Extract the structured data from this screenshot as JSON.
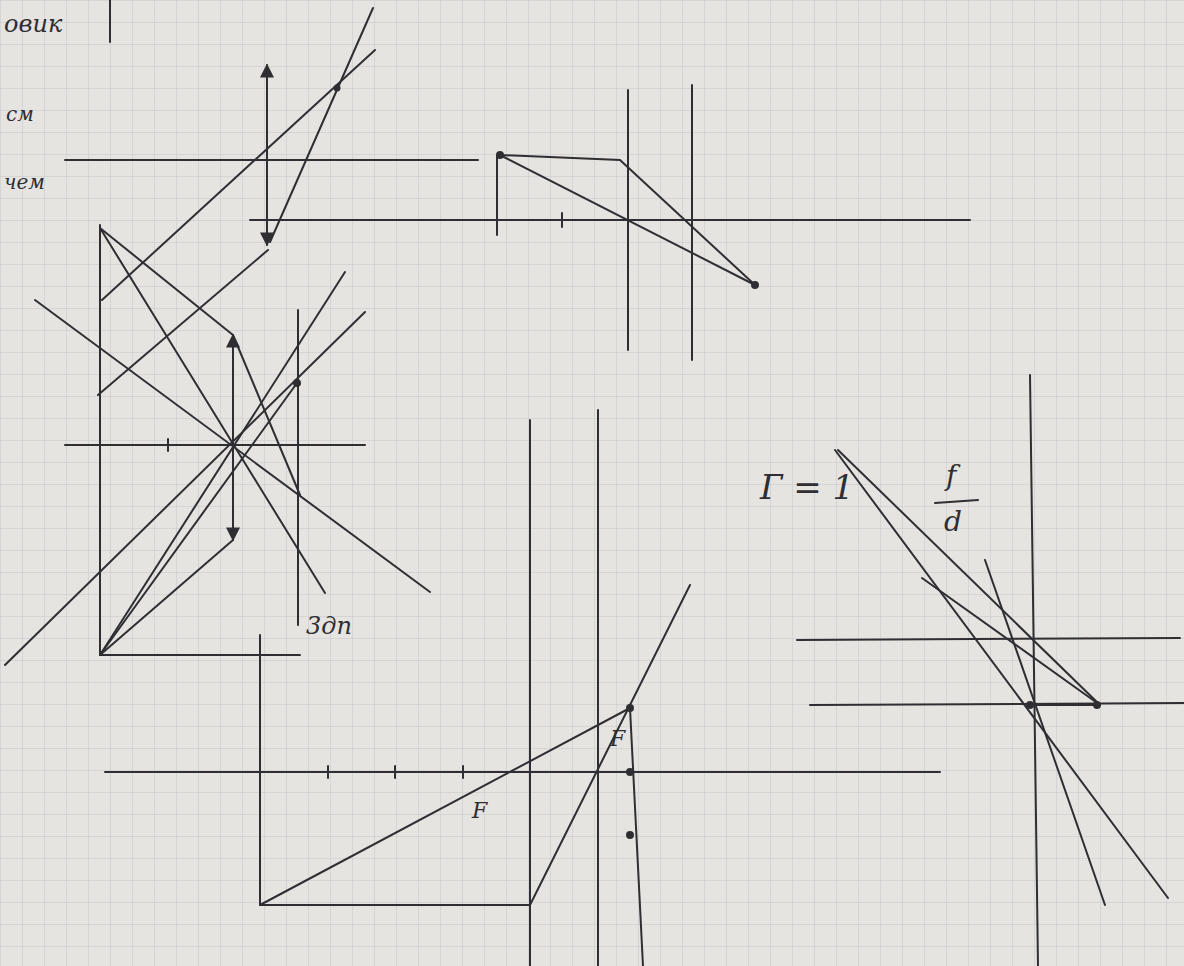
{
  "diagram": {
    "labels": [
      "овик",
      "см",
      "чем",
      "3дп",
      "F",
      "F",
      "Г = 1",
      "f",
      "d"
    ]
  }
}
